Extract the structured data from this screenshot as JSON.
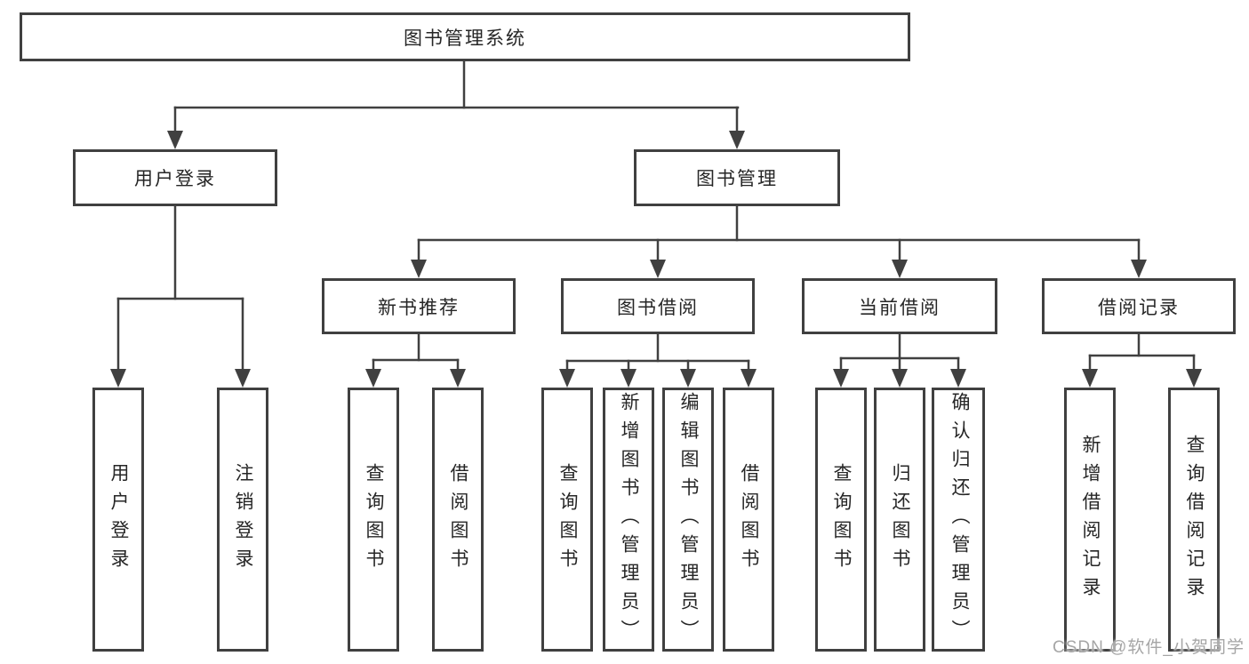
{
  "tree": {
    "root": {
      "label": "图书管理系统",
      "children": [
        {
          "label": "用户登录",
          "children": [
            {
              "label": "用户登录"
            },
            {
              "label": "注销登录"
            }
          ]
        },
        {
          "label": "图书管理",
          "children": [
            {
              "label": "新书推荐",
              "children": [
                {
                  "label": "查询图书"
                },
                {
                  "label": "借阅图书"
                }
              ]
            },
            {
              "label": "图书借阅",
              "children": [
                {
                  "label": "查询图书"
                },
                {
                  "label": "新增图书（管理员）"
                },
                {
                  "label": "编辑图书（管理员）"
                },
                {
                  "label": "借阅图书"
                }
              ]
            },
            {
              "label": "当前借阅",
              "children": [
                {
                  "label": "查询图书"
                },
                {
                  "label": "归还图书"
                },
                {
                  "label": "确认归还（管理员）"
                }
              ]
            },
            {
              "label": "借阅记录",
              "children": [
                {
                  "label": "新增借阅记录"
                },
                {
                  "label": "查询借阅记录"
                }
              ]
            }
          ]
        }
      ]
    }
  },
  "watermark": {
    "text": "CSDN @软件_小贺同学"
  },
  "colors": {
    "line": "#404040",
    "box_border": "#404040",
    "text": "#262626",
    "background": "#ffffff",
    "watermark": "#a6a6a6"
  }
}
